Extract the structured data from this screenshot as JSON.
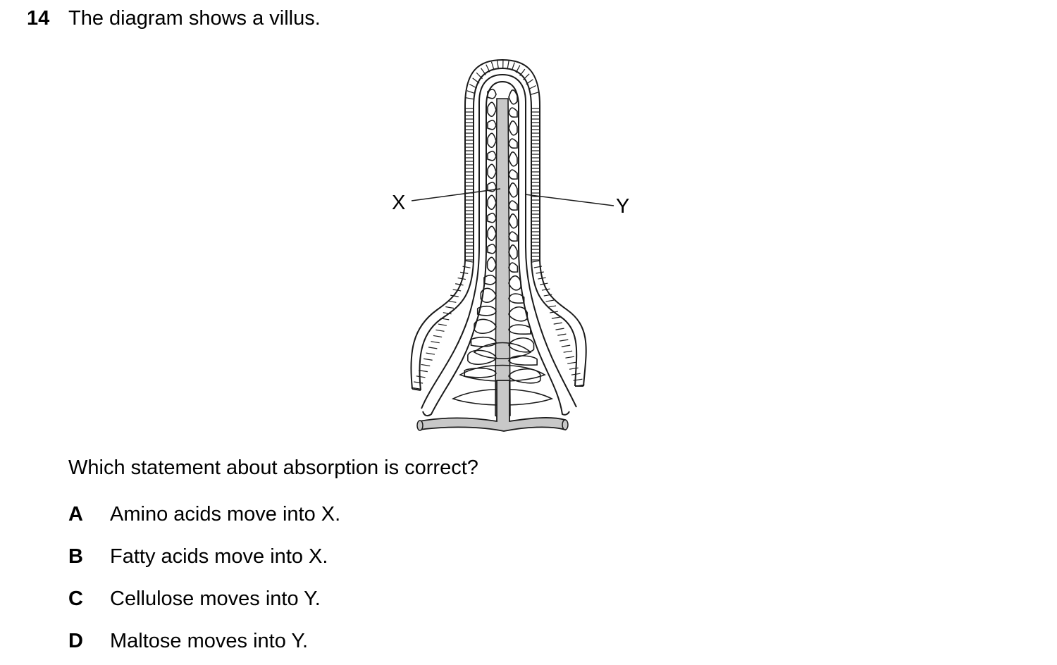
{
  "question": {
    "number": "14",
    "stem": "The diagram shows a villus."
  },
  "diagram": {
    "labels": {
      "x": "X",
      "y": "Y"
    },
    "colors": {
      "blood_vessel": "#c8c8c8",
      "lacteal_fill": "#c8c8c8",
      "outline": "#1a1a1a"
    }
  },
  "prompt": "Which statement about absorption is correct?",
  "options": [
    {
      "letter": "A",
      "text": "Amino acids move into X."
    },
    {
      "letter": "B",
      "text": "Fatty acids move into X."
    },
    {
      "letter": "C",
      "text": "Cellulose moves into Y."
    },
    {
      "letter": "D",
      "text": "Maltose moves into Y."
    }
  ]
}
